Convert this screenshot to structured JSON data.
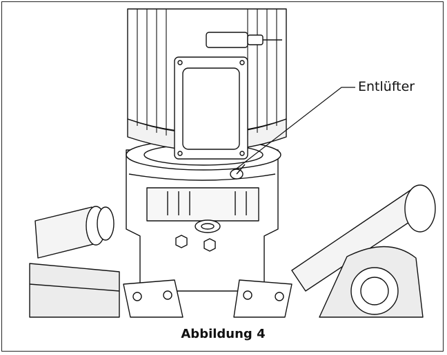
{
  "figure": {
    "callout_label": "Entlüfter",
    "caption": "Abbildung 4",
    "icon": "pump-technical-drawing"
  }
}
